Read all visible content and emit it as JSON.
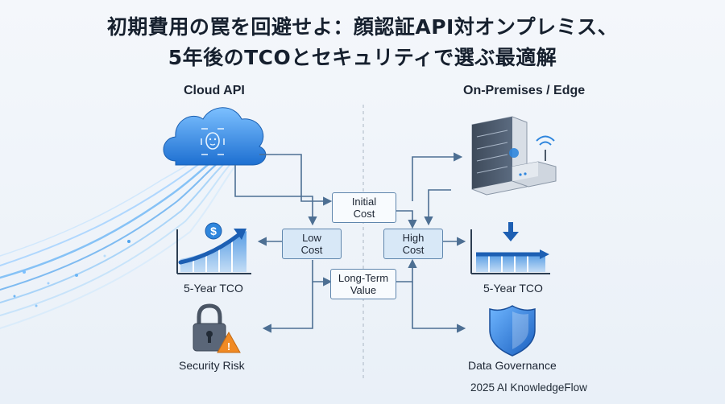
{
  "title": {
    "line1": "初期費用の罠を回避せよ：顔認証API対オンプレミス、",
    "line2": "5年後のTCOとセキュリティで選ぶ最適解"
  },
  "columns": {
    "left": "Cloud API",
    "right": "On-Premises / Edge"
  },
  "center_boxes": {
    "initial_cost": [
      "Initial",
      "Cost"
    ],
    "low_cost": [
      "Low",
      "Cost"
    ],
    "high_cost": [
      "High",
      "Cost"
    ],
    "long_term_value": [
      "Long-Term",
      "Value"
    ]
  },
  "left_nodes": {
    "tco": "5-Year TCO",
    "risk": "Security Risk"
  },
  "right_nodes": {
    "tco": "5-Year TCO",
    "governance": "Data Governance"
  },
  "icons": {
    "cloud": "cloud-face-icon",
    "tco_left": "rising-cost-chart-icon",
    "risk": "padlock-warning-icon",
    "server": "server-icon",
    "tco_right": "falling-cost-chart-icon",
    "governance": "shield-icon"
  },
  "colors": {
    "accent": "#2f7fd6",
    "line": "#4d6f93",
    "text": "#1c2533",
    "warning": "#f08a24"
  },
  "footer": "2025 AI KnowledgeFlow"
}
